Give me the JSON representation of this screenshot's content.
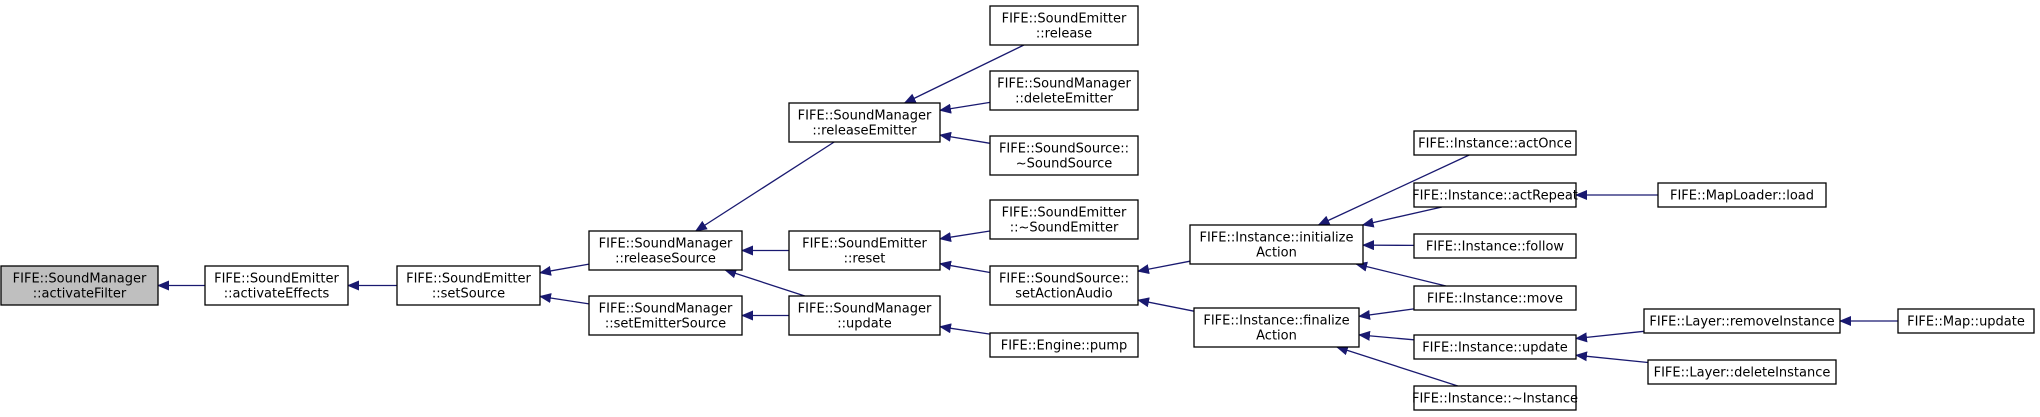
{
  "colors": {
    "edge": "#191970",
    "node_fill": "#ffffff",
    "root_fill": "#bfbfbf",
    "border": "#000000"
  },
  "nodes": [
    {
      "id": "activateFilter",
      "lines": [
        "FIFE::SoundManager",
        "::activateFilter"
      ],
      "root": true
    },
    {
      "id": "activateEffects",
      "lines": [
        "FIFE::SoundEmitter",
        "::activateEffects"
      ]
    },
    {
      "id": "setSource",
      "lines": [
        "FIFE::SoundEmitter",
        "::setSource"
      ]
    },
    {
      "id": "releaseSource",
      "lines": [
        "FIFE::SoundManager",
        "::releaseSource"
      ]
    },
    {
      "id": "setEmitterSource",
      "lines": [
        "FIFE::SoundManager",
        "::setEmitterSource"
      ]
    },
    {
      "id": "releaseEmitter",
      "lines": [
        "FIFE::SoundManager",
        "::releaseEmitter"
      ]
    },
    {
      "id": "emitterReset",
      "lines": [
        "FIFE::SoundEmitter",
        "::reset"
      ]
    },
    {
      "id": "managerUpdate",
      "lines": [
        "FIFE::SoundManager",
        "::update"
      ]
    },
    {
      "id": "emitterRelease",
      "lines": [
        "FIFE::SoundEmitter",
        "::release"
      ]
    },
    {
      "id": "deleteEmitter",
      "lines": [
        "FIFE::SoundManager",
        "::deleteEmitter"
      ]
    },
    {
      "id": "soundSourceDtor",
      "lines": [
        "FIFE::SoundSource::",
        "~SoundSource"
      ]
    },
    {
      "id": "soundEmitterDtor",
      "lines": [
        "FIFE::SoundEmitter",
        "::~SoundEmitter"
      ]
    },
    {
      "id": "setActionAudio",
      "lines": [
        "FIFE::SoundSource::",
        "setActionAudio"
      ]
    },
    {
      "id": "enginePump",
      "lines": [
        "FIFE::Engine::pump"
      ]
    },
    {
      "id": "initializeAction",
      "lines": [
        "FIFE::Instance::initialize",
        "Action"
      ]
    },
    {
      "id": "finalizeAction",
      "lines": [
        "FIFE::Instance::finalize",
        "Action"
      ]
    },
    {
      "id": "actOnce",
      "lines": [
        "FIFE::Instance::actOnce"
      ]
    },
    {
      "id": "actRepeat",
      "lines": [
        "FIFE::Instance::actRepeat"
      ]
    },
    {
      "id": "follow",
      "lines": [
        "FIFE::Instance::follow"
      ]
    },
    {
      "id": "move",
      "lines": [
        "FIFE::Instance::move"
      ]
    },
    {
      "id": "instanceUpdate",
      "lines": [
        "FIFE::Instance::update"
      ]
    },
    {
      "id": "instanceDtor",
      "lines": [
        "FIFE::Instance::~Instance"
      ]
    },
    {
      "id": "mapLoaderLoad",
      "lines": [
        "FIFE::MapLoader::load"
      ]
    },
    {
      "id": "removeInstance",
      "lines": [
        "FIFE::Layer::removeInstance"
      ]
    },
    {
      "id": "deleteInstance",
      "lines": [
        "FIFE::Layer::deleteInstance"
      ]
    },
    {
      "id": "mapUpdate",
      "lines": [
        "FIFE::Map::update"
      ]
    }
  ],
  "edges": [
    {
      "from": "activateEffects",
      "to": "activateFilter"
    },
    {
      "from": "setSource",
      "to": "activateEffects"
    },
    {
      "from": "releaseSource",
      "to": "setSource"
    },
    {
      "from": "setEmitterSource",
      "to": "setSource"
    },
    {
      "from": "releaseEmitter",
      "to": "releaseSource"
    },
    {
      "from": "emitterReset",
      "to": "releaseSource"
    },
    {
      "from": "managerUpdate",
      "to": "releaseSource"
    },
    {
      "from": "managerUpdate",
      "to": "setEmitterSource"
    },
    {
      "from": "emitterRelease",
      "to": "releaseEmitter"
    },
    {
      "from": "deleteEmitter",
      "to": "releaseEmitter"
    },
    {
      "from": "soundSourceDtor",
      "to": "releaseEmitter"
    },
    {
      "from": "soundEmitterDtor",
      "to": "emitterReset"
    },
    {
      "from": "setActionAudio",
      "to": "emitterReset"
    },
    {
      "from": "enginePump",
      "to": "managerUpdate"
    },
    {
      "from": "initializeAction",
      "to": "setActionAudio"
    },
    {
      "from": "finalizeAction",
      "to": "setActionAudio"
    },
    {
      "from": "actOnce",
      "to": "initializeAction"
    },
    {
      "from": "actRepeat",
      "to": "initializeAction"
    },
    {
      "from": "follow",
      "to": "initializeAction"
    },
    {
      "from": "move",
      "to": "initializeAction"
    },
    {
      "from": "move",
      "to": "finalizeAction"
    },
    {
      "from": "instanceUpdate",
      "to": "finalizeAction"
    },
    {
      "from": "instanceDtor",
      "to": "finalizeAction"
    },
    {
      "from": "mapLoaderLoad",
      "to": "actRepeat"
    },
    {
      "from": "removeInstance",
      "to": "instanceUpdate"
    },
    {
      "from": "deleteInstance",
      "to": "instanceUpdate"
    },
    {
      "from": "mapUpdate",
      "to": "removeInstance"
    }
  ]
}
